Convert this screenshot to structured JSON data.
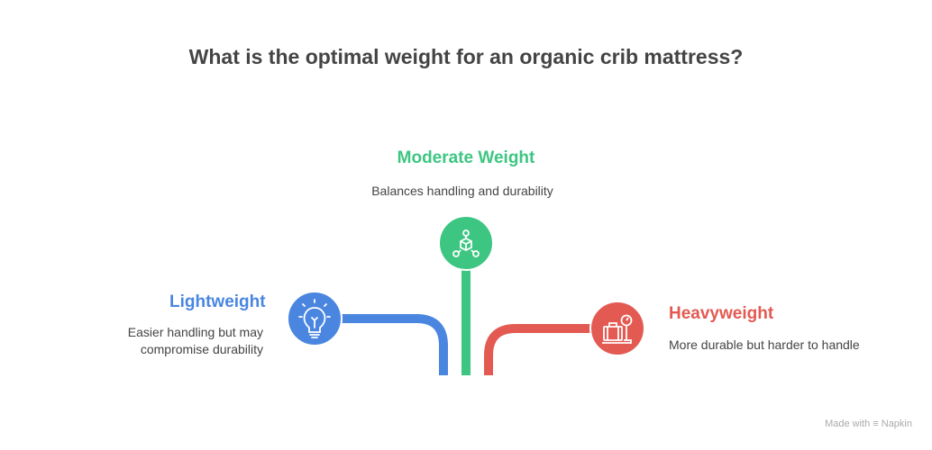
{
  "title": "What is the optimal weight for an organic crib mattress?",
  "options": [
    {
      "heading": "Lightweight",
      "description": "Easier handling but may compromise durability",
      "icon": "lightbulb-icon",
      "color": "#4a86e0"
    },
    {
      "heading": "Moderate Weight",
      "description": "Balances handling and durability",
      "icon": "cube-network-icon",
      "color": "#3dc682"
    },
    {
      "heading": "Heavyweight",
      "description": "More durable but harder to handle",
      "icon": "luggage-scale-icon",
      "color": "#e35a52"
    }
  ],
  "footer": {
    "made_with": "Made with",
    "brand": "Napkin"
  }
}
